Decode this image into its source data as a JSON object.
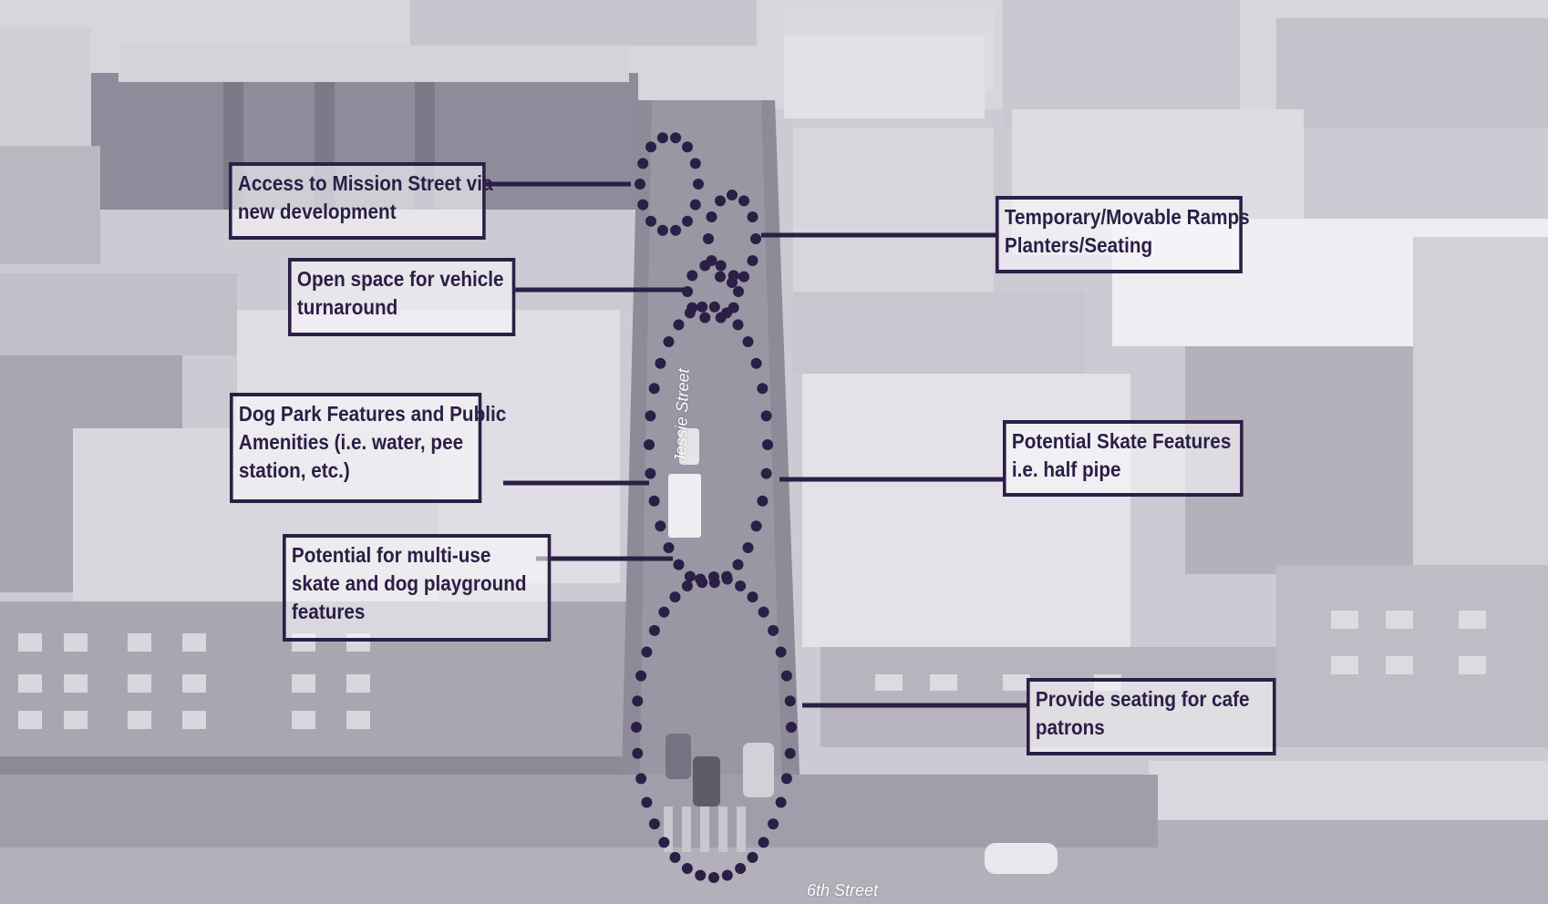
{
  "streets": {
    "jessie": "Jessie Street",
    "sixth": "6th Street"
  },
  "callouts": {
    "mission_access": [
      "Access to Mission Street via",
      "new development"
    ],
    "vehicle_turnaround": [
      "Open space for vehicle",
      "turnaround"
    ],
    "dog_park": [
      "Dog Park Features and Public",
      "Amenities (i.e. water, pee",
      "station, etc.)"
    ],
    "multi_use": [
      "Potential for multi-use",
      "skate and dog playground",
      "features"
    ],
    "ramps": [
      "Temporary/Movable Ramps",
      "Planters/Seating"
    ],
    "skate": [
      "Potential Skate Features",
      "i.e. half pipe"
    ],
    "cafe_seating": [
      "Provide seating for cafe",
      "patrons"
    ]
  },
  "colors": {
    "accent": "#2a1f45",
    "photo_tint": "#cfcdd4"
  }
}
